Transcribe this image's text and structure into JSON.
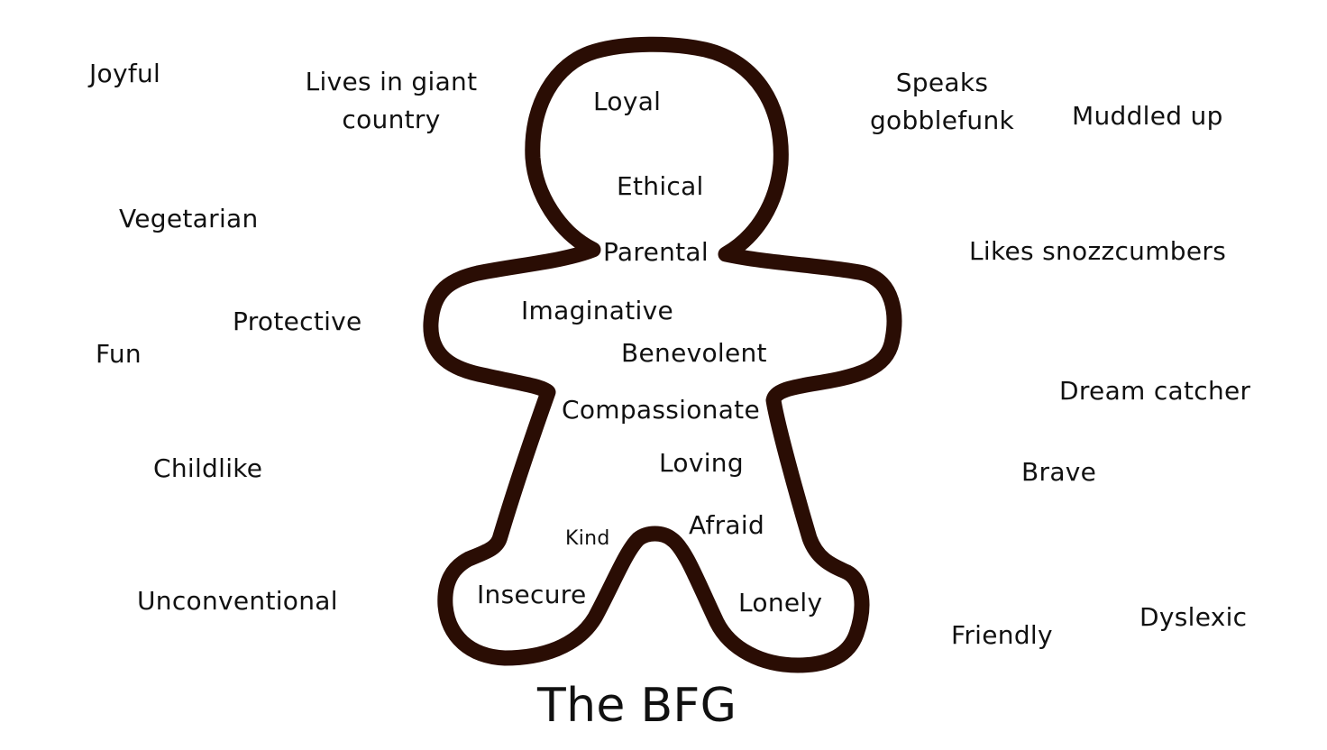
{
  "title": "The BFG",
  "colors": {
    "outline": "#2a0d04",
    "text": "#111111",
    "background": "#ffffff"
  },
  "inside_words": {
    "loyal": "Loyal",
    "ethical": "Ethical",
    "parental": "Parental",
    "imaginative": "Imaginative",
    "benevolent": "Benevolent",
    "compassionate": "Compassionate",
    "loving": "Loving",
    "afraid": "Afraid",
    "kind": "Kind",
    "insecure": "Insecure",
    "lonely": "Lonely"
  },
  "outside_words": {
    "joyful": "Joyful",
    "lives_line1": "Lives in giant",
    "lives_line2": "country",
    "vegetarian": "Vegetarian",
    "protective": "Protective",
    "fun": "Fun",
    "childlike": "Childlike",
    "unconventional": "Unconventional",
    "speaks_line1": "Speaks",
    "speaks_line2": "gobblefunk",
    "muddled": "Muddled up",
    "snozzcumbers": "Likes snozzcumbers",
    "dream_catcher": "Dream catcher",
    "brave": "Brave",
    "friendly": "Friendly",
    "dyslexic": "Dyslexic"
  }
}
